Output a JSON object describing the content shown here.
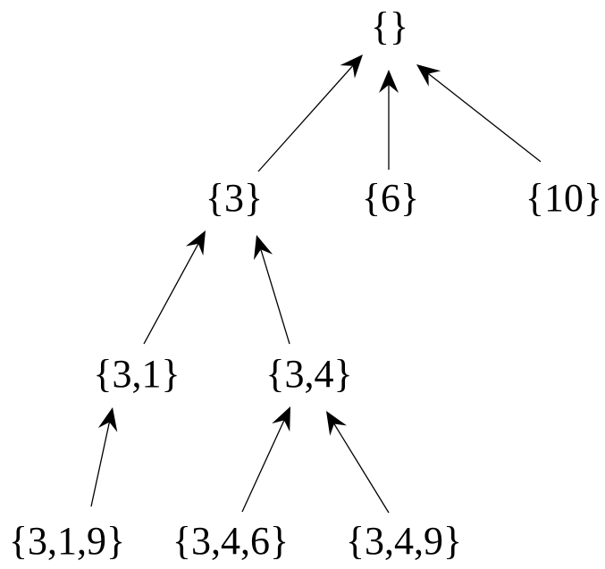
{
  "diagram": {
    "type": "tree",
    "nodes": [
      {
        "id": "root",
        "label": "{}"
      },
      {
        "id": "s3",
        "label": "{3}"
      },
      {
        "id": "s6",
        "label": "{6}"
      },
      {
        "id": "s10",
        "label": "{10}"
      },
      {
        "id": "s31",
        "label": "{3,1}"
      },
      {
        "id": "s34",
        "label": "{3,4}"
      },
      {
        "id": "s319",
        "label": "{3,1,9}"
      },
      {
        "id": "s346",
        "label": "{3,4,6}"
      },
      {
        "id": "s349",
        "label": "{3,4,9}"
      }
    ],
    "edges": [
      {
        "from": "s3",
        "to": "root"
      },
      {
        "from": "s6",
        "to": "root"
      },
      {
        "from": "s10",
        "to": "root"
      },
      {
        "from": "s31",
        "to": "s3"
      },
      {
        "from": "s34",
        "to": "s3"
      },
      {
        "from": "s319",
        "to": "s31"
      },
      {
        "from": "s346",
        "to": "s34"
      },
      {
        "from": "s349",
        "to": "s34"
      }
    ],
    "colors": {
      "line": "#000000",
      "text": "#000000",
      "background": "#ffffff"
    }
  }
}
